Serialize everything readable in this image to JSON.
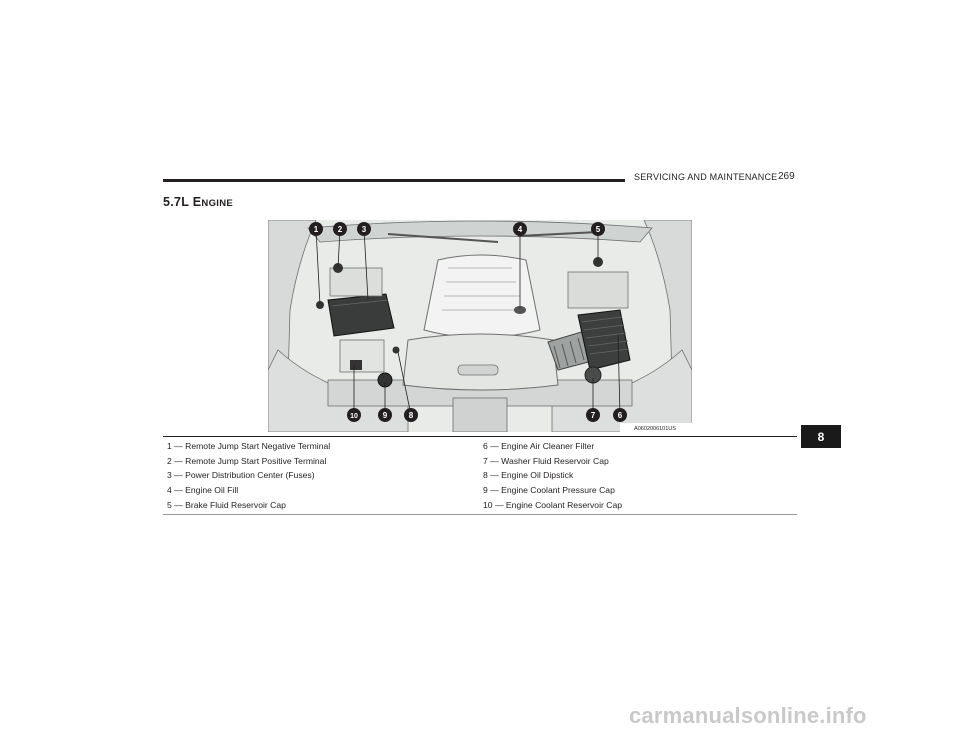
{
  "header": {
    "section": "SERVICING AND MAINTENANCE",
    "page": "269"
  },
  "title": {
    "main": "5.7L E",
    "smallcaps": "NGINE"
  },
  "figure": {
    "code": "A0602006101US",
    "callouts": [
      "1",
      "2",
      "3",
      "4",
      "5",
      "6",
      "7",
      "8",
      "9",
      "10"
    ]
  },
  "legend": {
    "left": [
      "1 — Remote Jump Start Negative Terminal",
      "2 — Remote Jump Start Positive Terminal",
      "3 — Power Distribution Center (Fuses)",
      "4 — Engine Oil Fill",
      "5 — Brake Fluid Reservoir Cap"
    ],
    "right": [
      "6 — Engine Air Cleaner Filter",
      "7 — Washer Fluid Reservoir Cap",
      "8 — Engine Oil Dipstick",
      "9 — Engine Coolant Pressure Cap",
      "10 — Engine Coolant Reservoir Cap"
    ]
  },
  "chapter_tab": "8",
  "watermark": "carmanualsonline.info"
}
